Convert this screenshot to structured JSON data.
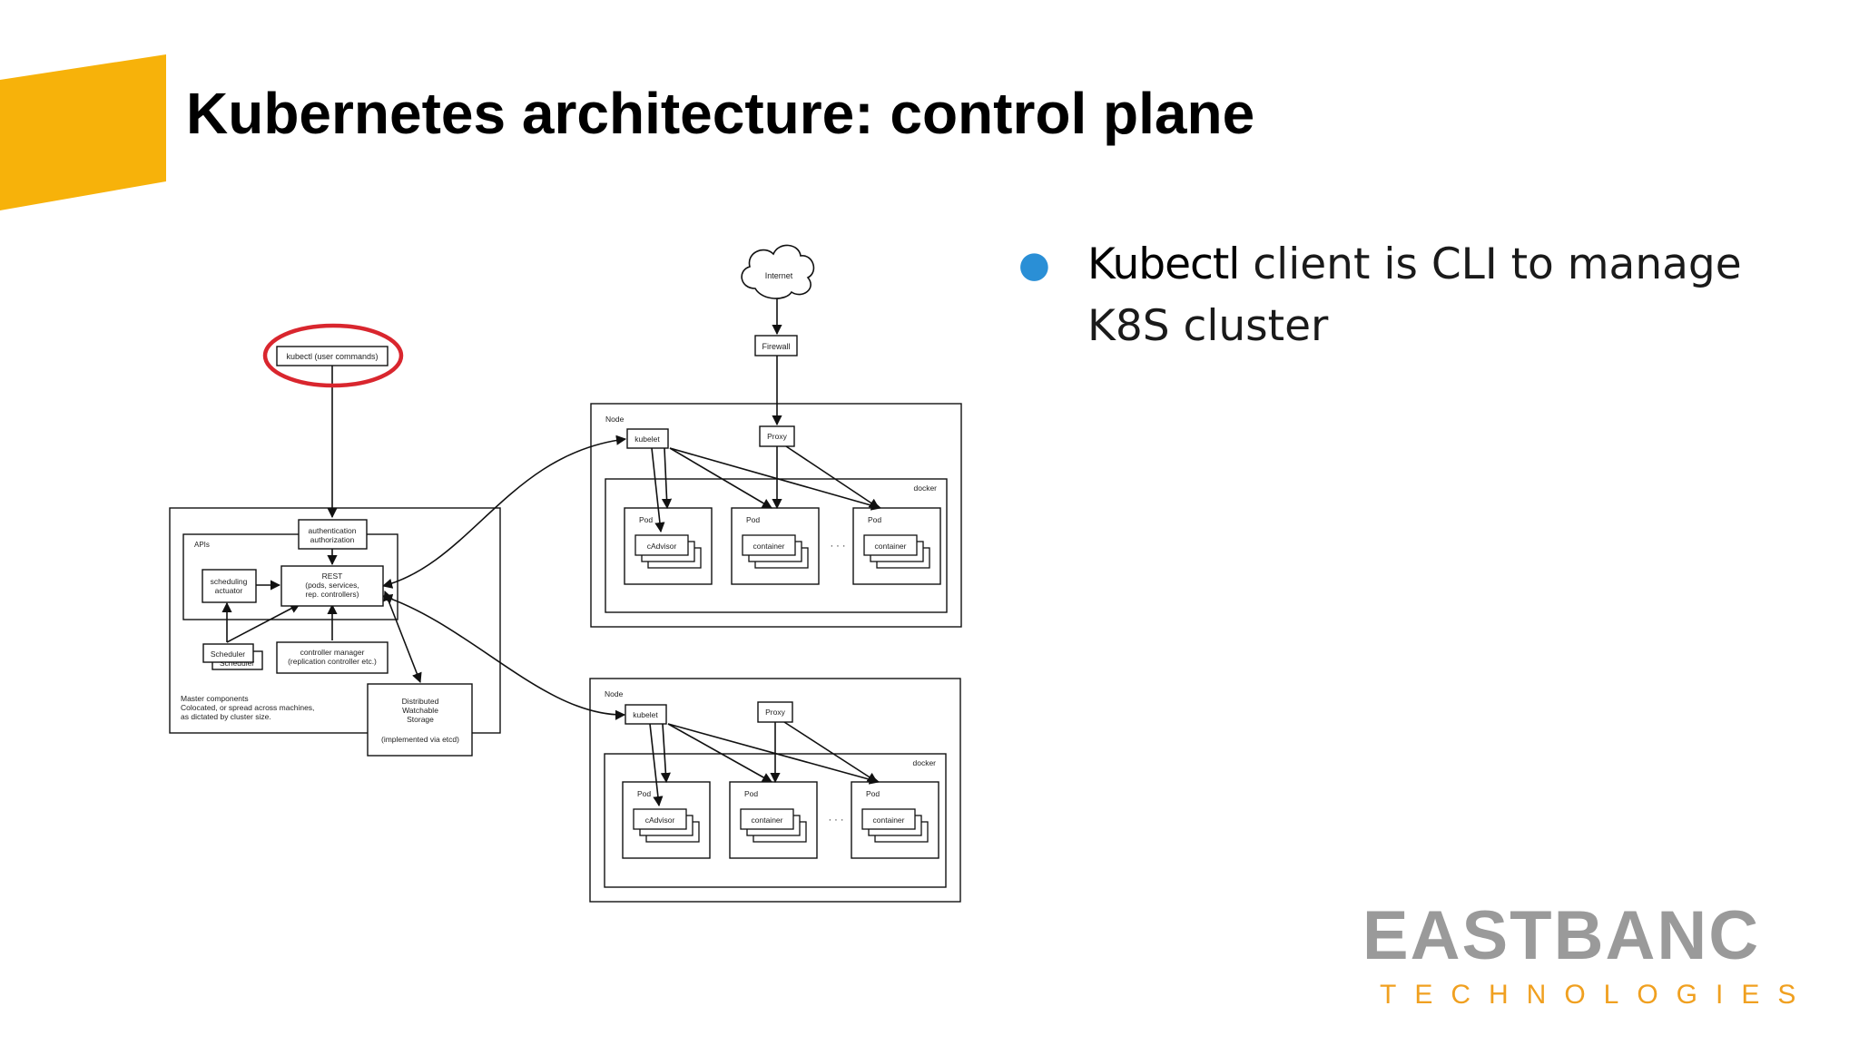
{
  "slide": {
    "title": "Kubernetes architecture: control plane",
    "accent_color": "#f7b20a",
    "highlight_color": "#d9262e",
    "bullet_color": "#2a8fd6"
  },
  "bullets": [
    {
      "keyword": "Kubectl",
      "rest": " client is CLI to manage K8S cluster"
    }
  ],
  "diagram": {
    "kubectl": "kubectl (user commands)",
    "internet": "Internet",
    "firewall": "Firewall",
    "master": {
      "apis": "APIs",
      "auth_line1": "authentication",
      "auth_line2": "authorization",
      "sched_act_line1": "scheduling",
      "sched_act_line2": "actuator",
      "rest_line1": "REST",
      "rest_line2": "(pods, services,",
      "rest_line3": "rep. controllers)",
      "scheduler": "Scheduler",
      "scheduler_back": "Scheduler",
      "cm_line1": "controller manager",
      "cm_line2": "(replication controller etc.)",
      "note_line1": "Master components",
      "note_line2": "Colocated, or spread across machines,",
      "note_line3": "as dictated by cluster size.",
      "storage_line1": "Distributed",
      "storage_line2": "Watchable",
      "storage_line3": "Storage",
      "storage_line4": "(implemented via etcd)"
    },
    "node1": {
      "label": "Node",
      "kubelet": "kubelet",
      "proxy": "Proxy",
      "docker": "docker",
      "pod1": "Pod",
      "pod1_container": "cAdvisor",
      "pod2": "Pod",
      "pod2_container": "container",
      "ellipsis": "· · ·",
      "pod3": "Pod",
      "pod3_container": "container"
    },
    "node2": {
      "label": "Node",
      "kubelet": "kubelet",
      "proxy": "Proxy",
      "docker": "docker",
      "pod1": "Pod",
      "pod1_container": "cAdvisor",
      "pod2": "Pod",
      "pod2_container": "container",
      "ellipsis": "· · ·",
      "pod3": "Pod",
      "pod3_container": "container"
    }
  },
  "logo": {
    "word": "EASTBANC",
    "sub": "TECHNOLOGIES"
  }
}
